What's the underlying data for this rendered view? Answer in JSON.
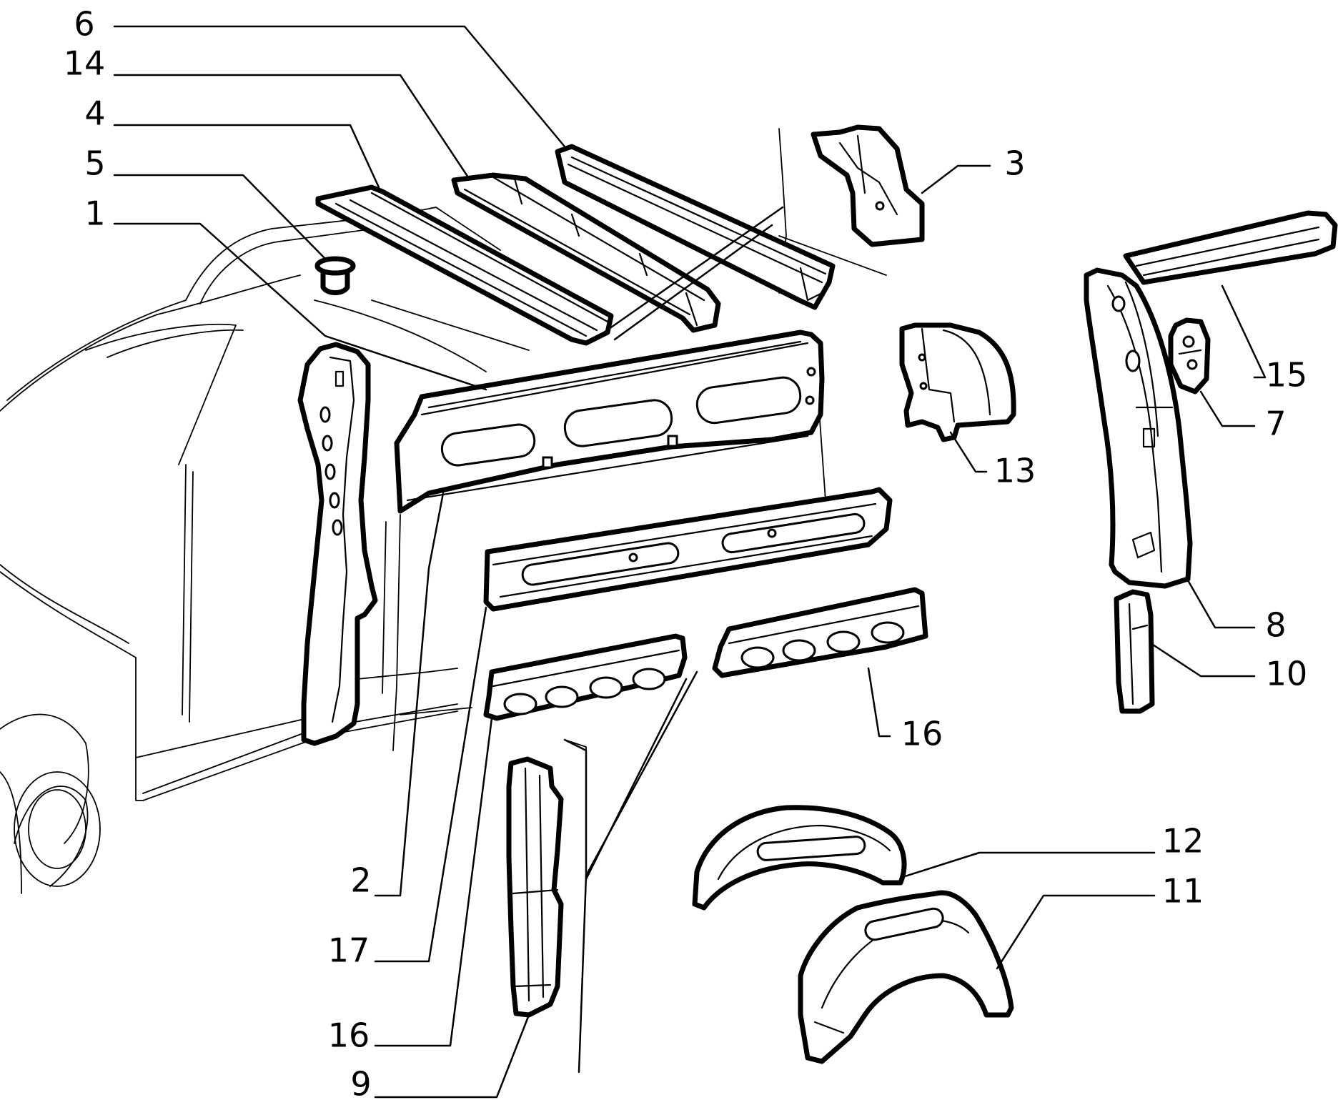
{
  "callouts": [
    {
      "id": "c6",
      "text": "6"
    },
    {
      "id": "c14",
      "text": "14"
    },
    {
      "id": "c4",
      "text": "4"
    },
    {
      "id": "c5",
      "text": "5"
    },
    {
      "id": "c1",
      "text": "1"
    },
    {
      "id": "c3",
      "text": "3"
    },
    {
      "id": "c15",
      "text": "15"
    },
    {
      "id": "c7",
      "text": "7"
    },
    {
      "id": "c13",
      "text": "13"
    },
    {
      "id": "c8",
      "text": "8"
    },
    {
      "id": "c10",
      "text": "10"
    },
    {
      "id": "c16a",
      "text": "16"
    },
    {
      "id": "c12",
      "text": "12"
    },
    {
      "id": "c11",
      "text": "11"
    },
    {
      "id": "c2",
      "text": "2"
    },
    {
      "id": "c17",
      "text": "17"
    },
    {
      "id": "c16b",
      "text": "16"
    },
    {
      "id": "c9",
      "text": "9"
    }
  ]
}
